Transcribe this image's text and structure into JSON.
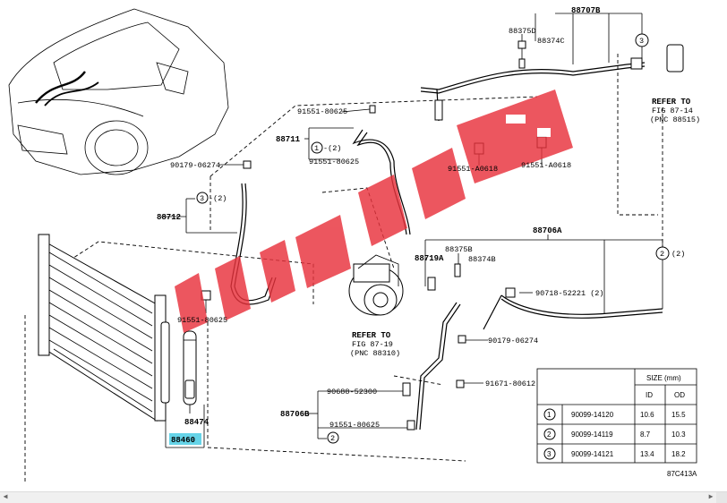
{
  "labels": {
    "p88707B": "88707B",
    "p88375D": "88375D",
    "p88374C": "88374C",
    "refer_top": "REFER TO",
    "fig_top": "FIG 87-14",
    "pnc_top": "(PNC 88515)",
    "c3_top": "3",
    "b91551_80625_top": "91551-80625",
    "p88711": "88711",
    "c1_88711": "1",
    "dash_88711": "-(2)",
    "b91551_80625_b": "91551-80625",
    "b91551_A0618_a": "91551-A0618",
    "b91551_A0618_b": "91551-A0618",
    "b90179_06274_a": "90179-06274",
    "c3_88712": "3",
    "dash_88712": "-(2)",
    "p88712": "88712",
    "p88706A": "88706A",
    "p88719A": "88719A",
    "p88375B": "88375B",
    "p88374B": "88374B",
    "c2_right": "2",
    "c2_right_qty": "(2)",
    "b90179_06274_b": "90179-06274",
    "b91551_80625_c": "91551-80625",
    "refer_mid": "REFER TO",
    "fig_mid": "FIG 87-19",
    "pnc_mid": "(PNC 88310)",
    "b90718_52221": "90718-52221 (2)",
    "b90688_52300": "90688-52300",
    "b91671_80612": "91671-80612",
    "p88706B": "88706B",
    "b91551_80625_d": "91551-80625",
    "c2_88706B": "2",
    "p88474": "88474",
    "p88460": "88460",
    "code": "87C413A"
  },
  "table": {
    "size_header": "SIZE (mm)",
    "col_id": "ID",
    "col_od": "OD",
    "rows": [
      {
        "num": "1",
        "part": "90099-14120",
        "id": "10.6",
        "od": "15.5"
      },
      {
        "num": "2",
        "part": "90099-14119",
        "id": "8.7",
        "od": "10.3"
      },
      {
        "num": "3",
        "part": "90099-14121",
        "id": "13.4",
        "od": "18.2"
      }
    ]
  },
  "watermark": {
    "color": "#e8323c"
  },
  "highlight_color": "#66d4e8",
  "scrollbar": {
    "left_arrow": "◀",
    "right_arrow": "▶"
  }
}
